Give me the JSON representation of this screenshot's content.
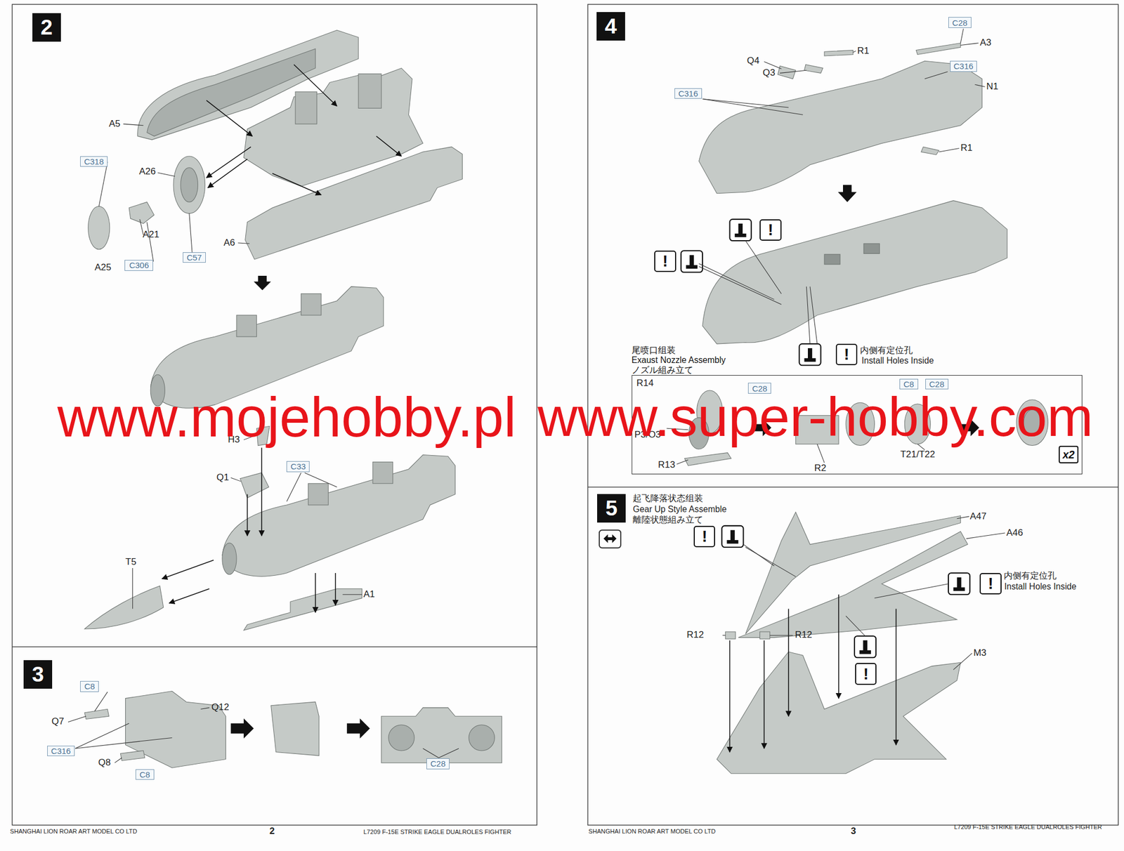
{
  "diagram": {
    "nodes": [
      {
        "text": [
          "2"
        ]
      },
      {
        "text": [
          "C318"
        ]
      },
      {
        "text": [
          "C306"
        ]
      },
      {
        "text": [
          "C57"
        ]
      },
      {
        "text": [
          "C33"
        ]
      },
      {
        "text": [
          "3"
        ]
      },
      {
        "text": [
          "C8"
        ]
      },
      {
        "text": [
          "C316"
        ]
      },
      {
        "text": [
          "C8"
        ]
      },
      {
        "text": [
          "C28"
        ]
      },
      {
        "text": [
          "4"
        ]
      },
      {
        "text": [
          "C28"
        ]
      },
      {
        "text": [
          "C316"
        ]
      },
      {
        "text": [
          "C316"
        ]
      },
      {
        "text": [
          "!"
        ]
      },
      {
        "text": [
          "!"
        ]
      },
      {
        "text": [
          "!"
        ]
      },
      {
        "text": [
          "尾喷口组装",
          "Exaust Nozzle Assembly",
          "ノズル組み立て"
        ]
      },
      {
        "text": [
          "C28"
        ],
        "in": 17
      },
      {
        "text": [
          "C8"
        ],
        "in": 17
      },
      {
        "text": [
          "C28"
        ],
        "in": 17
      },
      {
        "text": [
          "x2"
        ],
        "in": 17
      },
      {
        "text": [
          "5"
        ]
      },
      {
        "text": [
          "!"
        ]
      },
      {
        "text": [
          "!"
        ]
      },
      {
        "text": [
          "!"
        ]
      }
    ],
    "labels": [
      "A5",
      "A26",
      "A21",
      "A25",
      "A6",
      "H3",
      "Q1",
      "T5",
      "A1",
      "Q7",
      "Q12",
      "Q8",
      "Q4",
      "Q3",
      "R1",
      "A3",
      "N1",
      "R1",
      "内侧有定位孔",
      "Install Holes Inside",
      "R14",
      "P3/O3",
      "R13",
      "R2",
      "T21/T22",
      "起飞降落状态组装",
      "Gear Up Style Assemble",
      "離陸状態組み立て",
      "A47",
      "A46",
      "内侧有定位孔",
      "Install Holes Inside",
      "R12",
      "R12",
      "M3",
      "SHANGHAI LION ROAR ART MODEL CO LTD",
      "2",
      "L7209 F-15E STRIKE EAGLE DUALROLES FIGHTER",
      "SHANGHAI LION ROAR ART MODEL CO LTD",
      "3",
      "L7209 F-15E STRIKE EAGLE DUALROLES FIGHTER",
      "www.mojehobby.pl",
      "www.super-hobby.com"
    ]
  }
}
